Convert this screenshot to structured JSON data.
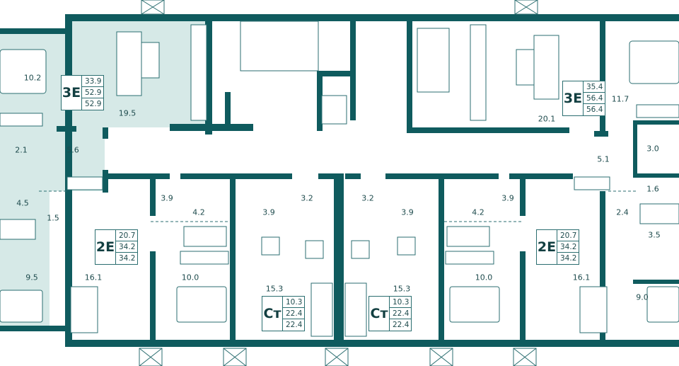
{
  "colors": {
    "wall": "#0f5b5e",
    "highlight": "#d6e9e7",
    "furniture": "#2b6e70"
  },
  "apartments": [
    {
      "id": "left-3e",
      "type": "3E",
      "living": "33.9",
      "total": "52.9",
      "total2": "52.9",
      "highlighted": true
    },
    {
      "id": "right-3e",
      "type": "3E",
      "living": "35.4",
      "total": "56.4",
      "total2": "56.4",
      "highlighted": false
    },
    {
      "id": "left-2e",
      "type": "2E",
      "living": "20.7",
      "total": "34.2",
      "total2": "34.2",
      "highlighted": false
    },
    {
      "id": "right-2e",
      "type": "2E",
      "living": "20.7",
      "total": "34.2",
      "total2": "34.2",
      "highlighted": false
    },
    {
      "id": "left-studio",
      "type": "Ст",
      "living": "10.3",
      "total": "22.4",
      "total2": "22.4",
      "highlighted": false
    },
    {
      "id": "right-studio",
      "type": "Ст",
      "living": "10.3",
      "total": "22.4",
      "total2": "22.4",
      "highlighted": false
    }
  ],
  "rooms": [
    "10.2",
    "19.5",
    "2.1",
    "5.6",
    "4.5",
    "1.5",
    "9.5",
    "3.9",
    "4.2",
    "3.9",
    "3.2",
    "3.2",
    "3.9",
    "4.2",
    "3.9",
    "10.0",
    "15.3",
    "16.1",
    "20.1",
    "11.7",
    "5.1",
    "3.0",
    "1.6",
    "2.4",
    "3.5",
    "9.0",
    "16.1",
    "10.0",
    "15.3"
  ]
}
